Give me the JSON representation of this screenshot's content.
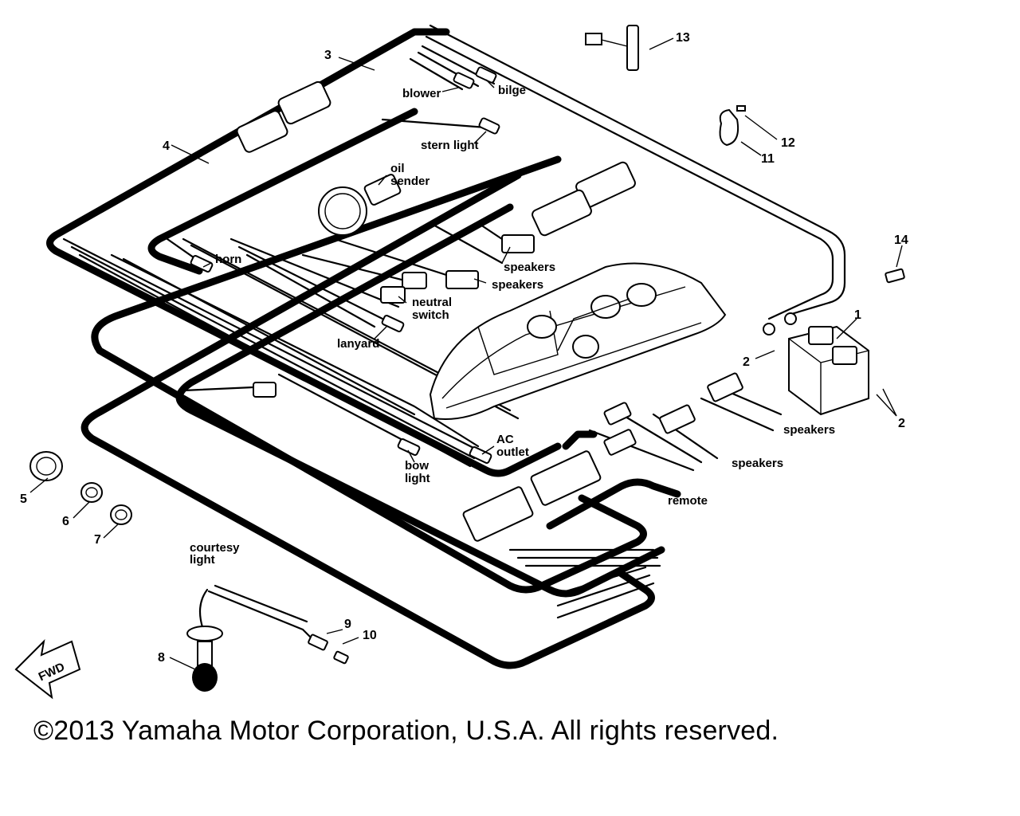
{
  "labels": {
    "blower": "blower",
    "bilge": "bilge",
    "stern_light": "stern light",
    "oil_sender_1": "oil",
    "oil_sender_2": "sender",
    "horn": "horn",
    "speakers_a": "speakers",
    "speakers_b": "speakers",
    "neutral_1": "neutral",
    "neutral_2": "switch",
    "lanyard": "lanyard",
    "speakers_c": "speakers",
    "speakers_d": "speakers",
    "ac_1": "AC",
    "ac_2": "outlet",
    "bow_1": "bow",
    "bow_2": "light",
    "remote": "remote",
    "courtesy_1": "courtesy",
    "courtesy_2": "light"
  },
  "callouts": {
    "n1": "1",
    "n2a": "2",
    "n2b": "2",
    "n3": "3",
    "n4": "4",
    "n5": "5",
    "n6": "6",
    "n7": "7",
    "n8": "8",
    "n9": "9",
    "n10": "10",
    "n11": "11",
    "n12": "12",
    "n13": "13",
    "n14": "14"
  },
  "fwd_arrow": "FWD",
  "copyright": "©2013 Yamaha Motor Corporation, U.S.A. All rights reserved."
}
